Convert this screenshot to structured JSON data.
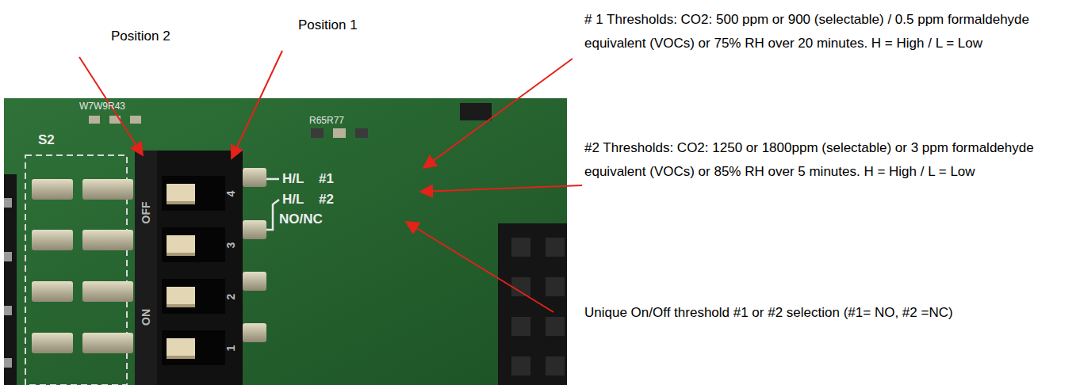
{
  "diagram": {
    "labels": [
      "Position 2",
      "Position 1",
      "# 1 Thresholds: CO2: 500 ppm or 900 (selectable) / 0.5 ppm formaldehyde equivalent (VOCs) or 75% RH over 20 minutes. H = High / L = Low",
      "#2 Thresholds: CO2: 1250 or 1800ppm (selectable) or 3 ppm formaldehyde equivalent (VOCs) or 85% RH over 5 minutes. H = High / L = Low",
      "Unique On/Off threshold #1 or #2 selection (#1= NO, #2 =NC)",
      "W7W9R43",
      "S2",
      "R65R77",
      "OFF",
      "ON",
      "4",
      "3",
      "2",
      "1",
      "H/L",
      "#1",
      "H/L",
      "#2",
      "NO/NC"
    ]
  }
}
